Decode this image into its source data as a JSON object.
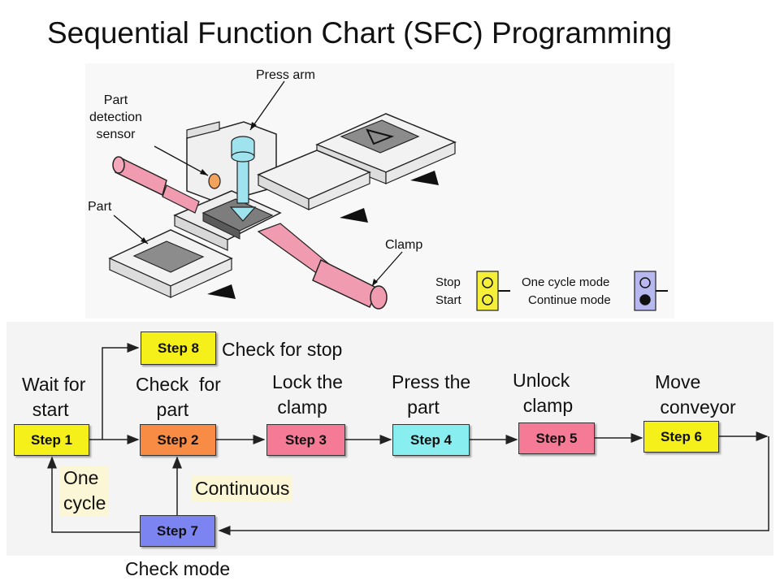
{
  "title": "Sequential Function Chart (SFC) Programming",
  "illustration": {
    "labels": {
      "press_arm": "Press arm",
      "part_detection_sensor": "Part\ndetection\nsensor",
      "part": "Part",
      "clamp": "Clamp"
    },
    "switch_left": {
      "stop": "Stop",
      "start": "Start",
      "color": "#f5ef3a"
    },
    "switch_right": {
      "one_cycle": "One cycle mode",
      "continue": "Continue mode",
      "color": "#b8b8f0"
    }
  },
  "steps": [
    {
      "id": "step1",
      "label": "Step 1",
      "color": "#f5ef1a",
      "desc": "Wait for\n  start"
    },
    {
      "id": "step2",
      "label": "Step 2",
      "color": "#f88c45",
      "desc": "Check  for\n    part"
    },
    {
      "id": "step3",
      "label": "Step 3",
      "color": "#f47a96",
      "desc": "Lock the\n clamp"
    },
    {
      "id": "step4",
      "label": "Step 4",
      "color": "#88eef0",
      "desc": "Press the\n   part"
    },
    {
      "id": "step5",
      "label": "Step 5",
      "color": "#f47a96",
      "desc": "Unlock\n  clamp"
    },
    {
      "id": "step6",
      "label": "Step 6",
      "color": "#f5ef1a",
      "desc": "Move\n conveyor"
    },
    {
      "id": "step7",
      "label": "Step 7",
      "color": "#7b84f0",
      "desc": "Check mode"
    },
    {
      "id": "step8",
      "label": "Step 8",
      "color": "#f5ef1a",
      "desc": "Check for stop"
    }
  ],
  "branch_labels": {
    "one_cycle": "One\ncycle",
    "continuous": "Continuous"
  }
}
